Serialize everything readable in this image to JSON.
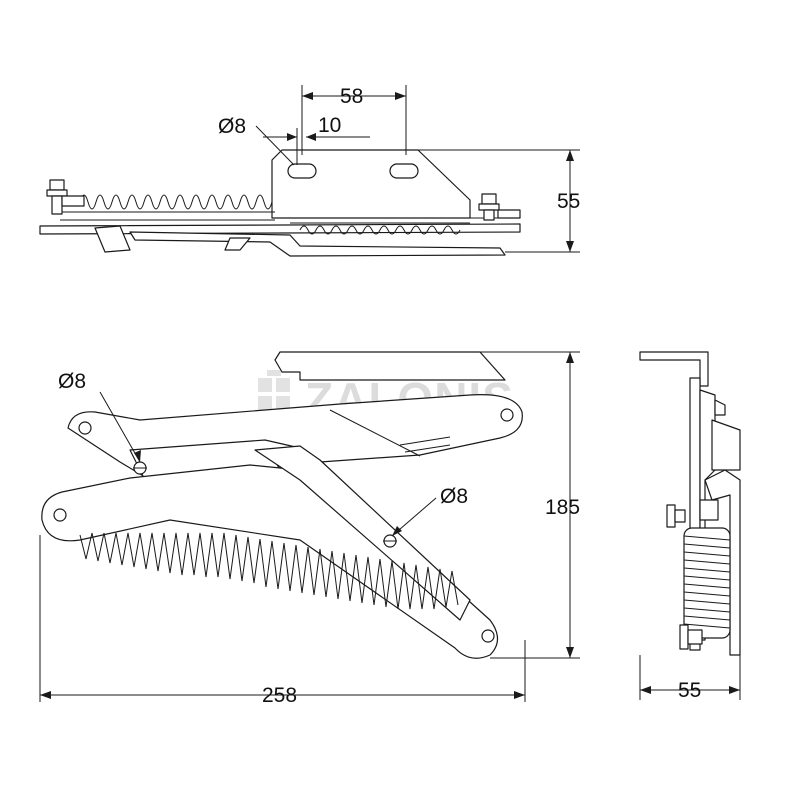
{
  "watermark": {
    "text": "ZALONIS"
  },
  "top_view": {
    "dim_width": "58",
    "dim_hole_offset": "10",
    "dim_hole": "Ø8",
    "dim_height": "55"
  },
  "side_view": {
    "dim_hole_upper": "Ø8",
    "dim_hole_lower": "Ø8",
    "dim_height": "185",
    "dim_length": "258"
  },
  "end_view": {
    "dim_depth": "55"
  },
  "colors": {
    "line": "#1a1a1a",
    "watermark": "#dcdcdc",
    "background": "#ffffff"
  }
}
